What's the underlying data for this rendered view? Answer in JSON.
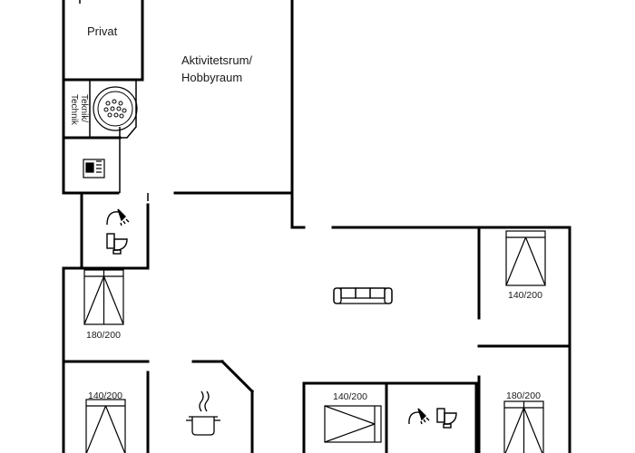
{
  "rooms": {
    "privat": "Privat",
    "activity_line1": "Aktivitetsrum/",
    "activity_line2": "Hobbyraum",
    "technik_line1": "Teknik/",
    "technik_line2": "Technik"
  },
  "bed_sizes": {
    "living_right_top": "140/200",
    "left_middle": "180/200",
    "left_bottom": "140/200",
    "center_bottom": "140/200",
    "right_bottom": "180/200"
  },
  "icons": [
    "boiler-icon",
    "water-heater-icon",
    "shower-icon",
    "toilet-icon",
    "sofa-icon",
    "stove-pot-icon",
    "bed-icon"
  ],
  "colors": {
    "wall": "#000000",
    "line": "#1a1a1a",
    "background": "#ffffff"
  }
}
